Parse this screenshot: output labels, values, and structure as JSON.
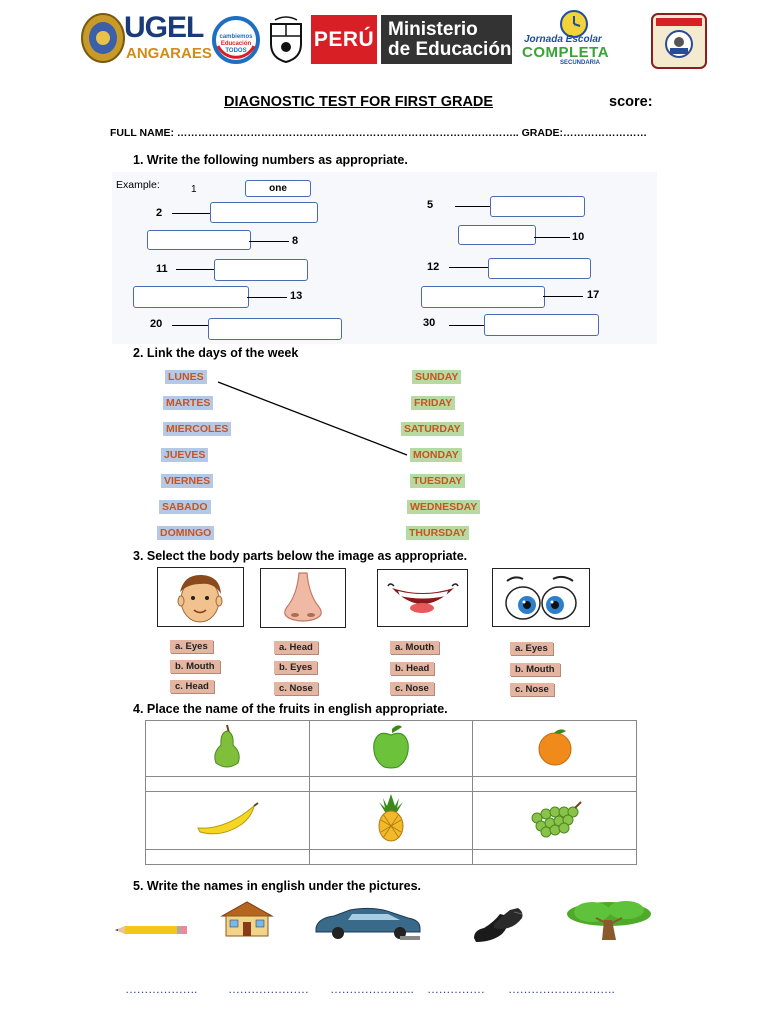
{
  "header": {
    "ugel_name": "UGEL",
    "ugel_sub": "ANGARAES",
    "peru_label": "PERÚ",
    "ministry_line1": "Ministerio",
    "ministry_line2": "de Educación",
    "campaign_text": "cambiemos la Educación cambiemos TODOS",
    "jornada_line1": "Jornada Escolar",
    "jornada_line2": "COMPLETA",
    "jornada_line3": "SECUNDARIA"
  },
  "title": "DIAGNOSTIC TEST FOR FIRST GRADE",
  "score_label": "score:",
  "name_line": "FULL NAME: …………………………………………………………………………………….. GRADE:……………………",
  "q1": {
    "title": "1.    Write the following numbers as appropriate.",
    "example_label": "Example:",
    "example_num": "1",
    "example_word": "one",
    "numbers": [
      "2",
      "8",
      "11",
      "13",
      "20",
      "5",
      "10",
      "12",
      "17",
      "30"
    ]
  },
  "q2": {
    "title": "2.    Link the days of the week",
    "spanish": [
      "LUNES",
      "MARTES",
      "MIERCOLES",
      "JUEVES",
      "VIERNES",
      "SABADO",
      "DOMINGO"
    ],
    "english": [
      "SUNDAY",
      "FRIDAY",
      "SATURDAY",
      "MONDAY",
      "TUESDAY",
      "WEDNESDAY",
      "THURSDAY"
    ]
  },
  "q3": {
    "title": "3.    Select the body parts below the image as appropriate.",
    "options": [
      [
        "a. Eyes",
        "b. Mouth",
        "c. Head"
      ],
      [
        "a. Head",
        "b. Eyes",
        "c. Nose"
      ],
      [
        "a. Mouth",
        "b. Head",
        "c. Nose"
      ],
      [
        "a. Eyes",
        "b. Mouth",
        "c. Nose"
      ]
    ]
  },
  "q4": {
    "title": "4.    Place the name of the fruits in english appropriate."
  },
  "q5": {
    "title": "5.    Write the names in english  under the pictures.",
    "blanks": [
      "……………….",
      "…………………",
      "………………….",
      "……………",
      "………………………."
    ]
  },
  "colors": {
    "spanish_bg": "#b5c9e7",
    "english_bg": "#b8d9a1",
    "day_text": "#c8541e",
    "box_border": "#4a6cae"
  }
}
